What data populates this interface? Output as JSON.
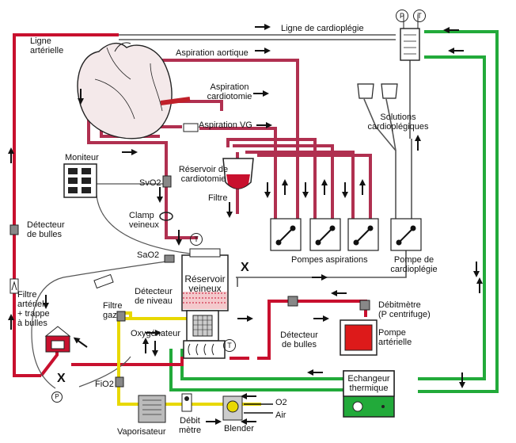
{
  "colors": {
    "arterial": "#c8102e",
    "venous": "#b03050",
    "pump_red": "#c0202a",
    "cardioplegia_green": "#22aa3a",
    "gas_yellow": "#e8d800",
    "gray_line": "#555555",
    "background": "#ffffff"
  },
  "icons": {
    "arrow": "arrow-icon",
    "pressure_gauge": "pressure-gauge-icon",
    "temperature_probe": "temperature-probe-icon",
    "clamp": "clamp-x-icon",
    "heart": "heart-icon",
    "pump": "roller-pump-icon"
  },
  "labels": {
    "ligne_cardioplegie": "Ligne de cardioplégie",
    "ligne_arterielle": "Ligne\nartérielle",
    "aspiration_aortique": "Aspiration aortique",
    "aspiration_cardiotomie": "Aspiration\ncardiotomie",
    "aspiration_vg": "Aspiration VG",
    "solutions_cardioplegiques": "Solutions\ncardioplégiques",
    "moniteur": "Moniteur",
    "svo2": "SvO2",
    "reservoir_cardiotomie": "Réservoir de\ncardiotomie",
    "filtre": "Filtre",
    "clamp_veineux": "Clamp\nveineux",
    "detecteur_bulles_left": "Détecteur\nde bulles",
    "sao2": "SaO2",
    "pompes_aspirations": "Pompes aspirations",
    "pompe_cardioplegie": "Pompe de\ncardioplégie",
    "reservoir_veineux": "Réservoir\nveineux",
    "filtre_arteriel": "Filtre\nartériel\n+ trappe\nà bulles",
    "detecteur_niveau": "Détecteur\nde niveau",
    "filtre_gaz": "Filtre\ngaz",
    "oxygenateur": "Oxygénateur",
    "debitmetre_p": "Débitmètre\n(P centrifuge)",
    "detecteur_bulles_right": "Détecteur\nde bulles",
    "pompe_arterielle": "Pompe\nartérielle",
    "echangeur_thermique": "Echangeur\nthermique",
    "fio2": "FiO2",
    "vaporisateur": "Vaporisateur",
    "debit_metre": "Débit\nmètre",
    "blender": "Blender",
    "o2": "O2",
    "air": "Air",
    "gauge_p": "P",
    "gauge_t": "T",
    "clamp_x": "X"
  }
}
